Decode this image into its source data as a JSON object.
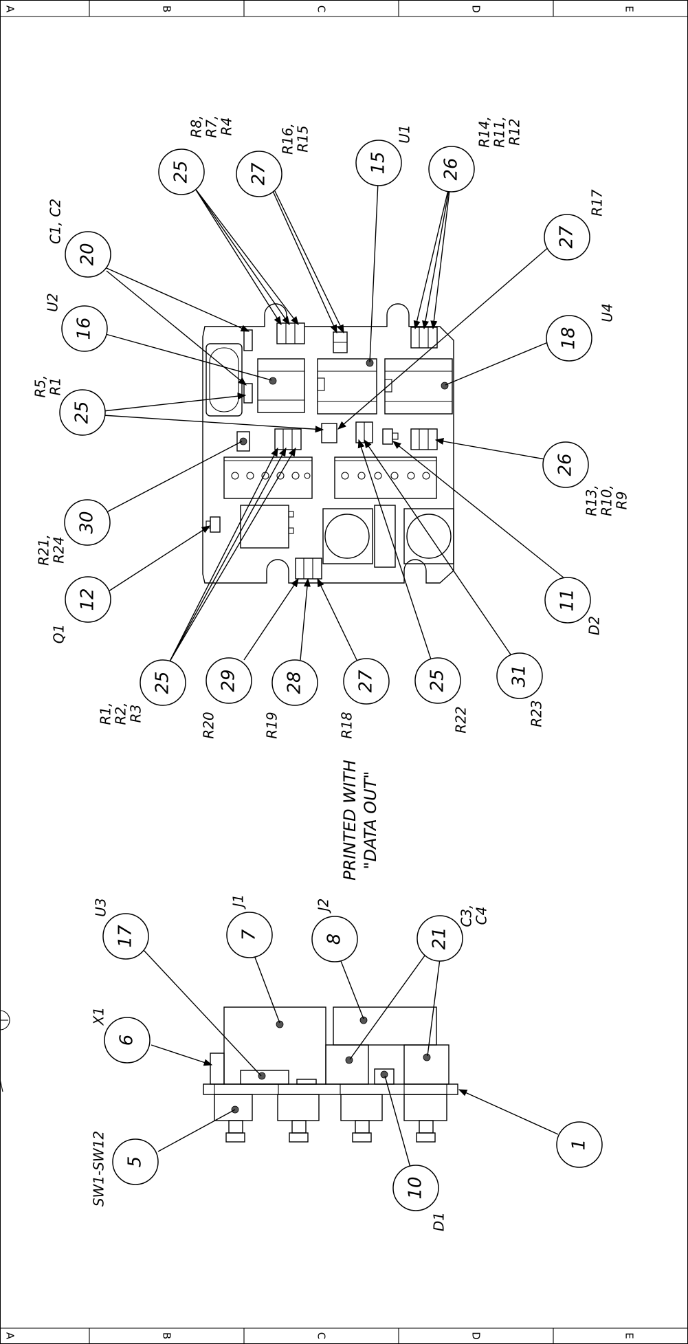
{
  "border": {
    "zones": [
      "A",
      "B",
      "C",
      "D",
      "E"
    ]
  },
  "annotations": {
    "printed_note_line1": "PRINTED WITH",
    "printed_note_line2": "\"DATA OUT\""
  },
  "top_view": {
    "callouts": [
      {
        "id": "b20",
        "item": "20",
        "ref_lines": [
          "C1,  C2"
        ]
      },
      {
        "id": "b16",
        "item": "16",
        "ref_lines": [
          "U2"
        ]
      },
      {
        "id": "b25a",
        "item": "25",
        "ref_lines": [
          "R5,",
          "R1"
        ]
      },
      {
        "id": "b30",
        "item": "30",
        "ref_lines": [
          "R21,",
          "R24"
        ]
      },
      {
        "id": "b12",
        "item": "12",
        "ref_lines": [
          "Q1"
        ]
      },
      {
        "id": "b25b",
        "item": "25",
        "ref_lines": [
          "R1,",
          "R2,",
          "R3"
        ]
      },
      {
        "id": "b29",
        "item": "29",
        "ref_lines": [
          "R20"
        ]
      },
      {
        "id": "b28",
        "item": "28",
        "ref_lines": [
          "R19"
        ]
      },
      {
        "id": "b27a",
        "item": "27",
        "ref_lines": [
          "R18"
        ]
      },
      {
        "id": "b25c",
        "item": "25",
        "ref_lines": [
          "R22"
        ]
      },
      {
        "id": "b31",
        "item": "31",
        "ref_lines": [
          "R23"
        ]
      },
      {
        "id": "b11",
        "item": "11",
        "ref_lines": [
          "D2"
        ]
      },
      {
        "id": "b26a",
        "item": "26",
        "ref_lines": [
          "R13,",
          "R10,",
          "R9"
        ]
      },
      {
        "id": "b18",
        "item": "18",
        "ref_lines": [
          "U4"
        ]
      },
      {
        "id": "b27b",
        "item": "27",
        "ref_lines": [
          "R17"
        ]
      },
      {
        "id": "b26b",
        "item": "26",
        "ref_lines": [
          "R14,",
          "R11,",
          "R12"
        ]
      },
      {
        "id": "b15",
        "item": "15",
        "ref_lines": [
          "U1"
        ]
      },
      {
        "id": "b27c",
        "item": "27",
        "ref_lines": [
          "R16,",
          "R15"
        ]
      },
      {
        "id": "b25d",
        "item": "25",
        "ref_lines": [
          "R8,",
          "R7,",
          "R4"
        ]
      }
    ]
  },
  "side_view": {
    "callouts": [
      {
        "id": "b17",
        "item": "17",
        "ref_lines": [
          "U3"
        ]
      },
      {
        "id": "b7",
        "item": "7",
        "ref_lines": [
          "J1"
        ]
      },
      {
        "id": "b8",
        "item": "8",
        "ref_lines": [
          "J2"
        ]
      },
      {
        "id": "b21",
        "item": "21",
        "ref_lines": [
          "C3,",
          "C4"
        ]
      },
      {
        "id": "b6",
        "item": "6",
        "ref_lines": [
          "X1"
        ]
      },
      {
        "id": "b5",
        "item": "5",
        "ref_lines": [
          "SW1-SW12"
        ]
      },
      {
        "id": "b10",
        "item": "10",
        "ref_lines": [
          "D1"
        ]
      },
      {
        "id": "b1",
        "item": "1",
        "ref_lines": []
      }
    ]
  }
}
